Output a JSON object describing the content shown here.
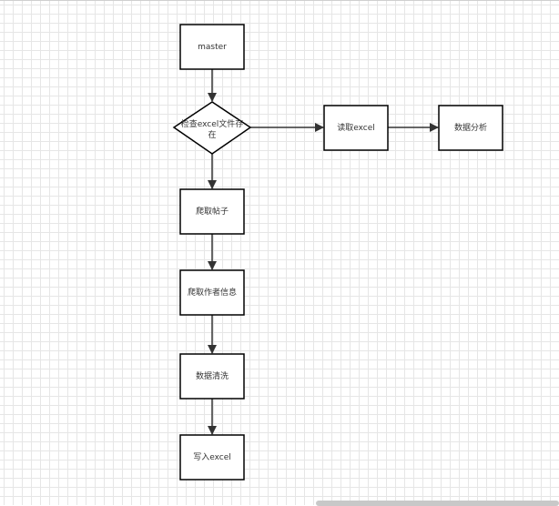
{
  "diagram": {
    "nodes": {
      "master": "master",
      "check_excel_line1": "检查excel文件存",
      "check_excel_line2": "在",
      "read_excel": "读取excel",
      "data_analysis": "数据分析",
      "crawl_posts": "爬取帖子",
      "crawl_authors": "爬取作者信息",
      "clean_data": "数据清洗",
      "write_excel": "写入excel"
    }
  }
}
